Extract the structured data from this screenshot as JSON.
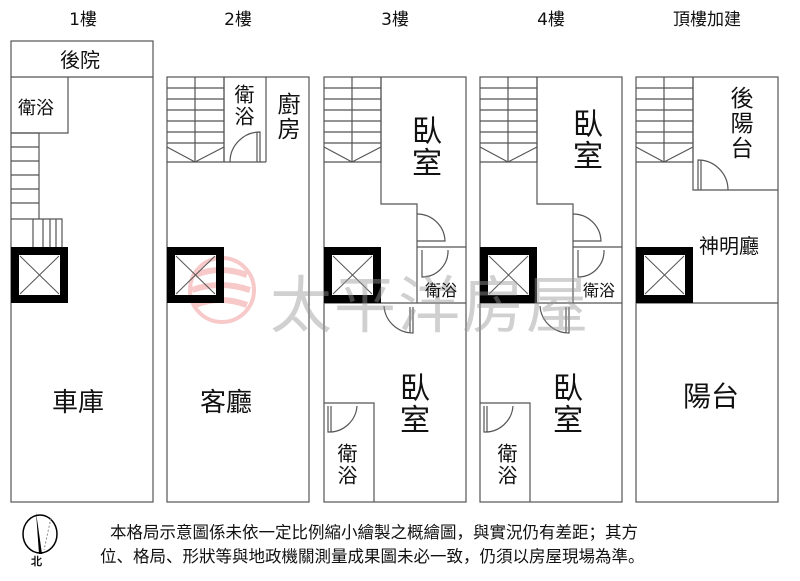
{
  "floors": [
    {
      "title": "1樓",
      "rooms": [
        "後院",
        "衛浴",
        "車庫"
      ]
    },
    {
      "title": "2樓",
      "rooms": [
        "衛浴",
        "廚房",
        "客廳"
      ]
    },
    {
      "title": "3樓",
      "rooms": [
        "臥室",
        "衛浴",
        "臥室",
        "衛浴"
      ]
    },
    {
      "title": "4樓",
      "rooms": [
        "臥室",
        "衛浴",
        "臥室",
        "衛浴"
      ]
    },
    {
      "title": "頂樓加建",
      "rooms": [
        "後陽台",
        "神明廳",
        "陽台"
      ]
    }
  ],
  "watermark": "太平洋房屋",
  "compass_label": "北",
  "disclaimer": {
    "line1": "本格局示意圖係未依一定比例縮小繪製之概繪圖，與實況仍有差距；其方",
    "line2": "位、格局、形狀等與地政機關測量成果圖未必一致，仍須以房屋現場為準。"
  },
  "colors": {
    "line": "#555555",
    "wall": "#000000",
    "watermark_red": "#e06060"
  }
}
